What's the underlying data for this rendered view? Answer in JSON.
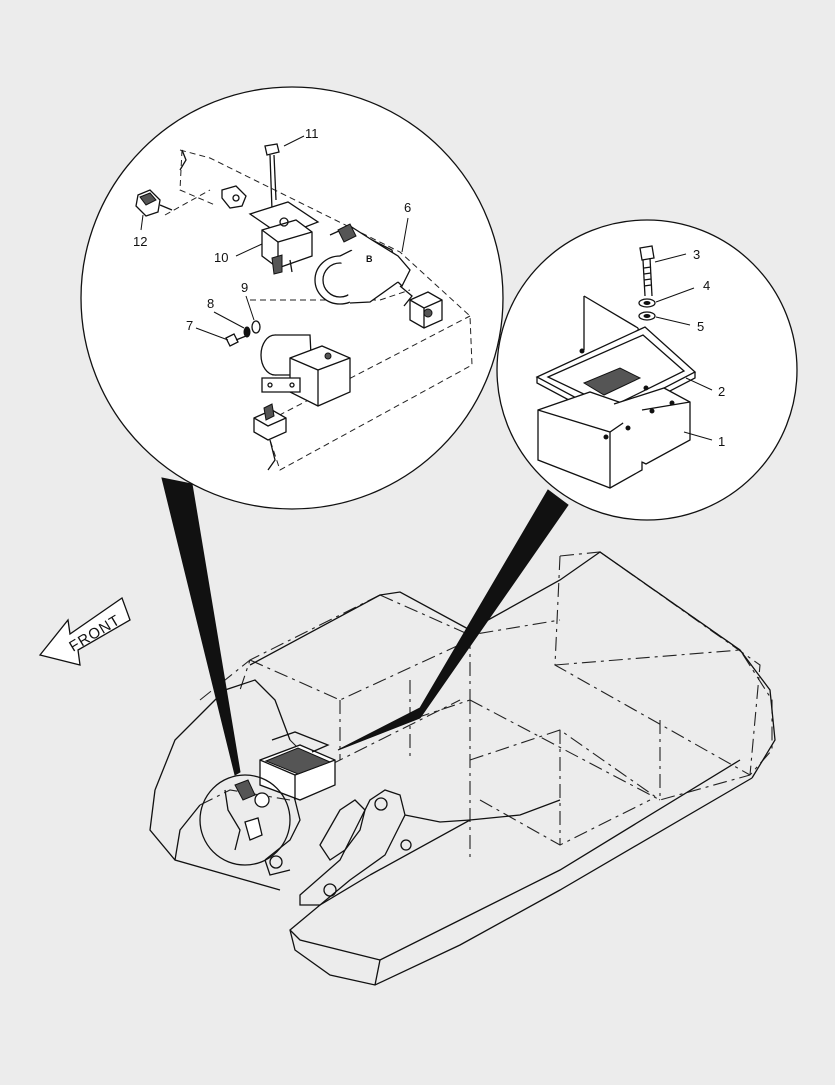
{
  "diagram": {
    "front_label": "FRONT",
    "callouts": [
      "1",
      "2",
      "3",
      "4",
      "5",
      "6",
      "7",
      "8",
      "9",
      "10",
      "11",
      "12"
    ]
  },
  "colors": {
    "background": "#ececec",
    "linework": "#111111",
    "detail_fill": "#ffffff"
  }
}
